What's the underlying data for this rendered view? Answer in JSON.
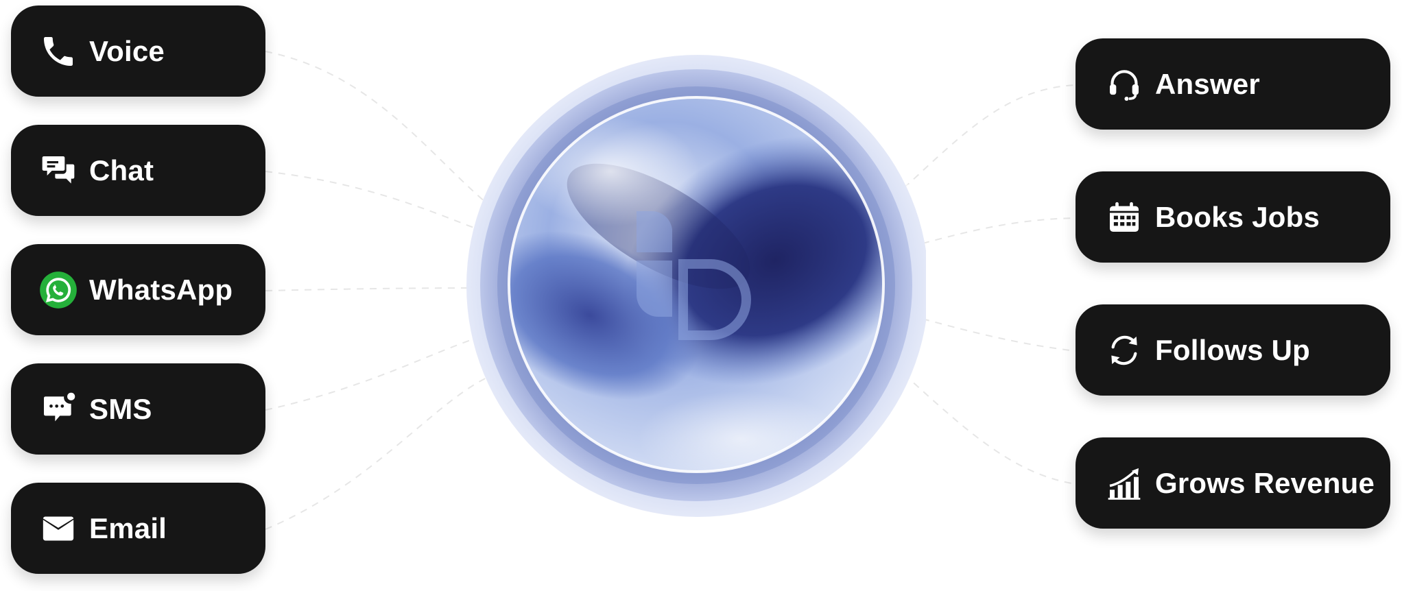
{
  "inputs": [
    {
      "label": "Voice",
      "icon": "phone-icon"
    },
    {
      "label": "Chat",
      "icon": "chat-bubbles-icon"
    },
    {
      "label": "WhatsApp",
      "icon": "whatsapp-icon"
    },
    {
      "label": "SMS",
      "icon": "sms-bubble-icon"
    },
    {
      "label": "Email",
      "icon": "envelope-icon"
    }
  ],
  "outputs": [
    {
      "label": "Answer",
      "icon": "headset-icon"
    },
    {
      "label": "Books Jobs",
      "icon": "calendar-icon"
    },
    {
      "label": "Follows Up",
      "icon": "refresh-icon"
    },
    {
      "label": "Grows Revenue",
      "icon": "growth-chart-icon"
    }
  ],
  "colors": {
    "pill_background": "#161616",
    "pill_text": "#ffffff",
    "orb_light": "#dfe7f8",
    "orb_mid": "#5a75c4",
    "orb_dark": "#1f2463",
    "whatsapp_green": "#25b03a"
  }
}
